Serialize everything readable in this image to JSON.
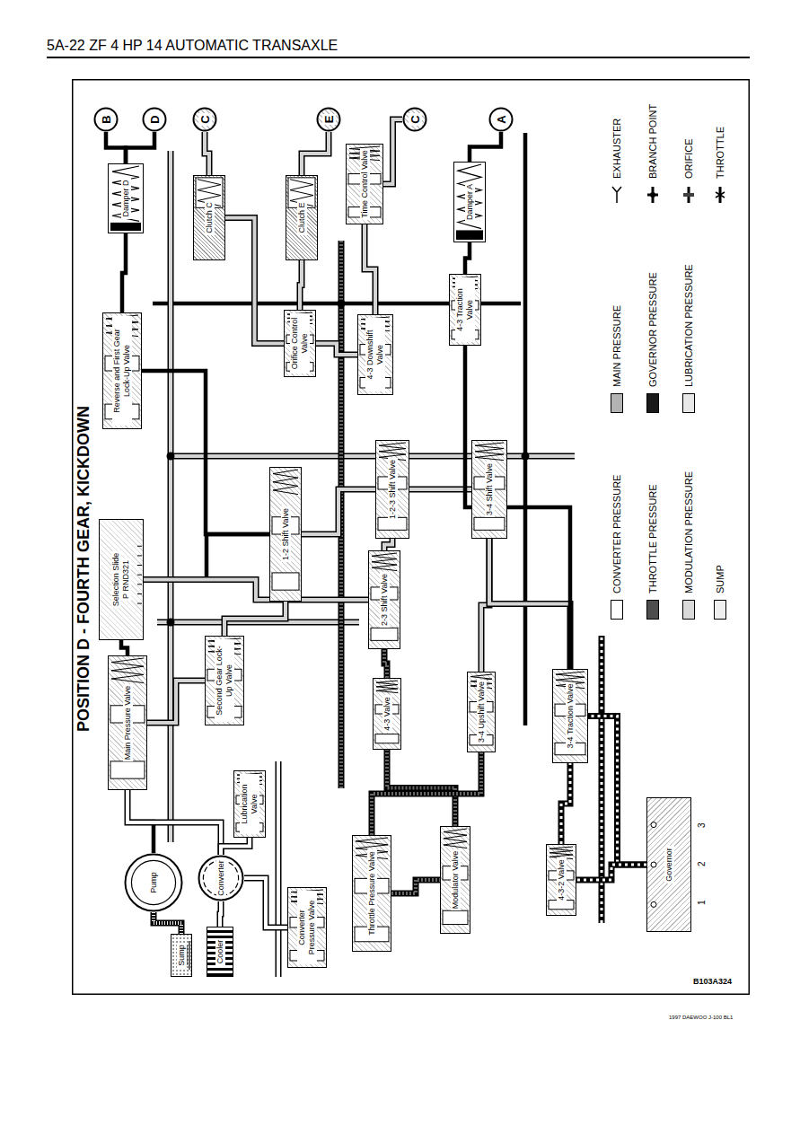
{
  "diagram": {
    "title": "POSITION D - FOURTH GEAR, KICKDOWN",
    "nodes": [
      {
        "text": [
          "B"
        ]
      },
      {
        "text": [
          "D"
        ]
      },
      {
        "text": [
          "C"
        ]
      },
      {
        "text": [
          "E"
        ]
      },
      {
        "text": [
          "C"
        ]
      },
      {
        "text": [
          "A"
        ]
      },
      {
        "text": [
          "Damper D"
        ]
      },
      {
        "text": [
          "Clutch C"
        ]
      },
      {
        "text": [
          "Clutch E"
        ]
      },
      {
        "text": [
          "Time Control Valve"
        ]
      },
      {
        "text": [
          "Damper A"
        ]
      },
      {
        "text": [
          "Reverse and First Gear Lock-Up Valve"
        ]
      },
      {
        "text": [
          "Orifice Control Valve"
        ]
      },
      {
        "text": [
          "4-3 Downshift Valve"
        ]
      },
      {
        "text": [
          "4-3 Traction Valve"
        ]
      },
      {
        "text": [
          "1-2 Shift Valve"
        ]
      },
      {
        "text": [
          "1-2-3 Shift Valve"
        ]
      },
      {
        "text": [
          "3-4 Shift Valve"
        ]
      },
      {
        "text": [
          "Selection Slide",
          "P RND321"
        ]
      },
      {
        "text": [
          "2-3 Shift Valve"
        ]
      },
      {
        "text": [
          "Main Pressure Valve"
        ]
      },
      {
        "text": [
          "Second Gear Lock-Up Valve"
        ]
      },
      {
        "text": [
          "4-3 Valve"
        ]
      },
      {
        "text": [
          "3-4 Upshift Valve"
        ]
      },
      {
        "text": [
          "3-4 Traction Valve"
        ]
      },
      {
        "text": [
          "Lubrication Valve"
        ]
      },
      {
        "text": [
          "Converter"
        ]
      },
      {
        "text": [
          "Pump"
        ]
      },
      {
        "text": [
          "Sump"
        ]
      },
      {
        "text": [
          "Cooler"
        ]
      },
      {
        "text": [
          "Converter Pressure Valve"
        ]
      },
      {
        "text": [
          "Throttle Pressure Valve"
        ]
      },
      {
        "text": [
          "Modulator Valve"
        ]
      },
      {
        "text": [
          "4-3-2 Valve"
        ]
      },
      {
        "text": [
          "Governor"
        ]
      }
    ],
    "edges": [
      {
        "from": 0,
        "to": 6,
        "arrow": "none"
      },
      {
        "from": 1,
        "to": 6,
        "arrow": "none"
      },
      {
        "from": 2,
        "to": 7,
        "arrow": "none"
      },
      {
        "from": 3,
        "to": 8,
        "arrow": "none"
      },
      {
        "from": 4,
        "to": 9,
        "arrow": "none"
      },
      {
        "from": 5,
        "to": 10,
        "arrow": "none"
      },
      {
        "from": 6,
        "to": 11,
        "arrow": "none"
      },
      {
        "from": 7,
        "to": 12,
        "arrow": "none"
      },
      {
        "from": 8,
        "to": 12,
        "arrow": "none"
      },
      {
        "from": 9,
        "to": 13,
        "arrow": "none"
      },
      {
        "from": 10,
        "to": 14,
        "arrow": "none"
      },
      {
        "from": 11,
        "to": 15,
        "arrow": "none"
      },
      {
        "from": 12,
        "to": 13,
        "arrow": "none"
      },
      {
        "from": 15,
        "to": 16,
        "arrow": "none"
      },
      {
        "from": 16,
        "to": 17,
        "arrow": "none"
      },
      {
        "from": 18,
        "to": 15,
        "arrow": "none"
      },
      {
        "from": 18,
        "to": 19,
        "arrow": "none"
      },
      {
        "from": 19,
        "to": 16,
        "arrow": "none"
      },
      {
        "from": 20,
        "to": 18,
        "arrow": "none"
      },
      {
        "from": 20,
        "to": 21,
        "arrow": "none"
      },
      {
        "from": 21,
        "to": 15,
        "arrow": "none"
      },
      {
        "from": 22,
        "to": 19,
        "arrow": "none"
      },
      {
        "from": 23,
        "to": 17,
        "arrow": "none"
      },
      {
        "from": 24,
        "to": 17,
        "arrow": "none"
      },
      {
        "from": 27,
        "to": 20,
        "arrow": "none"
      },
      {
        "from": 28,
        "to": 27,
        "arrow": "none"
      },
      {
        "from": 20,
        "to": 26,
        "arrow": "none"
      },
      {
        "from": 26,
        "to": 29,
        "arrow": "none"
      },
      {
        "from": 26,
        "to": 30,
        "arrow": "none"
      },
      {
        "from": 25,
        "to": 26,
        "arrow": "none"
      },
      {
        "from": 31,
        "to": 32,
        "arrow": "none"
      },
      {
        "from": 32,
        "to": 22,
        "arrow": "none"
      },
      {
        "from": 31,
        "to": 23,
        "arrow": "none"
      },
      {
        "from": 34,
        "to": 24,
        "arrow": "none"
      },
      {
        "from": 34,
        "to": 33,
        "arrow": "none"
      },
      {
        "from": 33,
        "to": 24,
        "arrow": "none"
      },
      {
        "from": 14,
        "to": 24,
        "arrow": "none"
      }
    ],
    "labels": [
      "5A-22 ZF 4 HP 14 AUTOMATIC TRANSAXLE",
      "1",
      "2",
      "3",
      "B103A324",
      "1997 DAEWOO J-100 BL1"
    ],
    "legend": [
      {
        "text": "CONVERTER PRESSURE",
        "color": "#ffffff"
      },
      {
        "text": "THROTTLE PRESSURE",
        "color": "#4d4d4d"
      },
      {
        "text": "MODULATION PRESSURE",
        "color": "#d9d9d9"
      },
      {
        "text": "SUMP",
        "color": "#efefef"
      },
      {
        "text": "MAIN PRESSURE",
        "color": "#b3b3b3"
      },
      {
        "text": "GOVERNOR PRESSURE",
        "color": "#1a1a1a"
      },
      {
        "text": "LUBRICATION PRESSURE",
        "color": "#e8e8e8"
      },
      {
        "text": "EXHAUSTER"
      },
      {
        "text": "BRANCH POINT"
      },
      {
        "text": "ORIFICE"
      },
      {
        "text": "THROTTLE"
      }
    ]
  }
}
